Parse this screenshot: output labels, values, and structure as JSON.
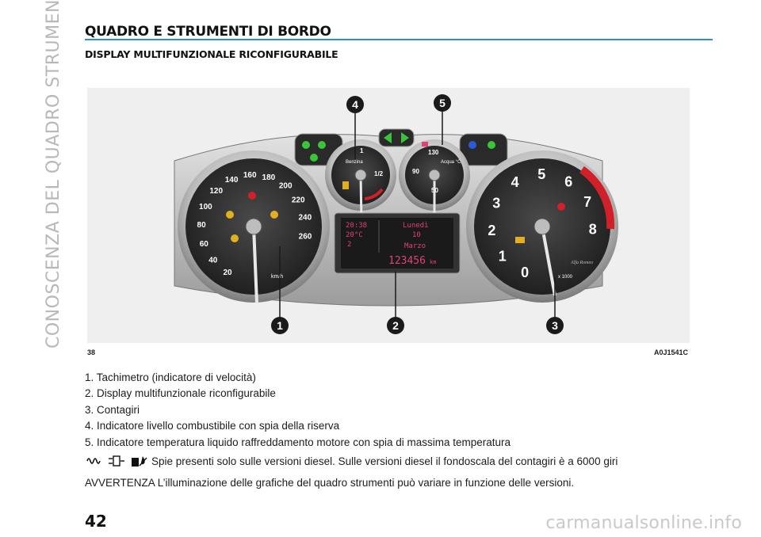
{
  "sidebar": {
    "chapter_vertical": "CONOSCENZA DEL QUADRO STRUMENTI"
  },
  "header": {
    "chapter_title": "QUADRO E STRUMENTI DI BORDO",
    "section_title": "DISPLAY MULTIFUNZIONALE RICONFIGURABILE"
  },
  "figure": {
    "page_label": "38",
    "code": "A0J1541C",
    "callouts": [
      "1",
      "2",
      "3",
      "4",
      "5"
    ],
    "speedometer": {
      "ticks": [
        "20",
        "40",
        "60",
        "80",
        "100",
        "120",
        "140",
        "160",
        "180",
        "200",
        "220",
        "240",
        "260"
      ],
      "unit": "km/h"
    },
    "tachometer": {
      "ticks": [
        "0",
        "1",
        "2",
        "3",
        "4",
        "5",
        "6",
        "7",
        "8"
      ],
      "unit": "x 1000",
      "brand": "Alfa Romeo"
    },
    "fuel_gauge": {
      "label": "Benzina",
      "ticks": [
        "1",
        "1/2"
      ]
    },
    "temp_gauge": {
      "label": "Acqua °C",
      "ticks": [
        "130",
        "90",
        "50"
      ]
    },
    "display": {
      "time": "20:38",
      "temperature": "20°C",
      "gear": "2",
      "day": "Lunedì",
      "date": "10",
      "month": "Marzo",
      "odometer": "123456",
      "odometer_unit": "km"
    },
    "colors": {
      "callout": "#1a1a1a",
      "redline": "#d0202a",
      "display_text": "#e0407a",
      "indicator_green": "#39c43a"
    }
  },
  "legend": {
    "items": [
      "1. Tachimetro (indicatore di velocità)",
      "2. Display multifunzionale riconfigurabile",
      "3. Contagiri",
      "4. Indicatore livello combustibile con spia della riserva",
      "5. Indicatore temperatura liquido raffreddamento motore con spia di massima temperatura"
    ],
    "diesel_note": "Spie presenti solo sulle versioni diesel. Sulle versioni diesel il fondoscala del contagiri è a 6000 giri",
    "diesel_icons": [
      "glow-plug-icon",
      "diesel-filter-icon",
      "water-in-fuel-icon"
    ]
  },
  "warning": "AVVERTENZA L’illuminazione delle grafiche del quadro strumenti può variare in funzione delle versioni.",
  "footer": {
    "page_number": "42",
    "watermark": "carmanualsonline.info"
  }
}
